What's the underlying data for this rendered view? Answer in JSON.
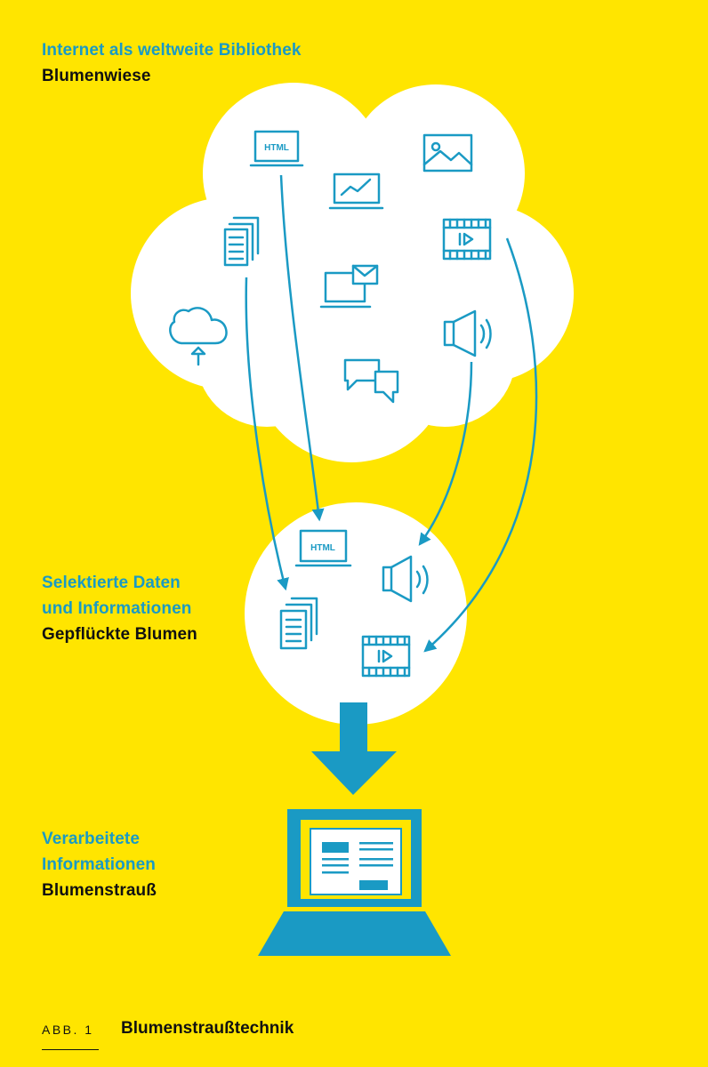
{
  "colors": {
    "background": "#FFE500",
    "accent": "#1A9AC4",
    "cloud": "#FFFFFF",
    "text": "#111111"
  },
  "meadow": {
    "heading": "Internet als weltweite Bibliothek",
    "subheading": "Blumenwiese"
  },
  "picked": {
    "heading_line1": "Selektierte Daten",
    "heading_line2": "und Informationen",
    "subheading": "Gepflückte Blumen"
  },
  "bouquet": {
    "heading_line1": "Verarbeitete",
    "heading_line2": "Informationen",
    "subheading": "Blumenstrauß"
  },
  "icons": {
    "html_label": "HTML"
  },
  "caption": {
    "label": "ABB. 1",
    "title": "Blumenstraußtechnik"
  }
}
